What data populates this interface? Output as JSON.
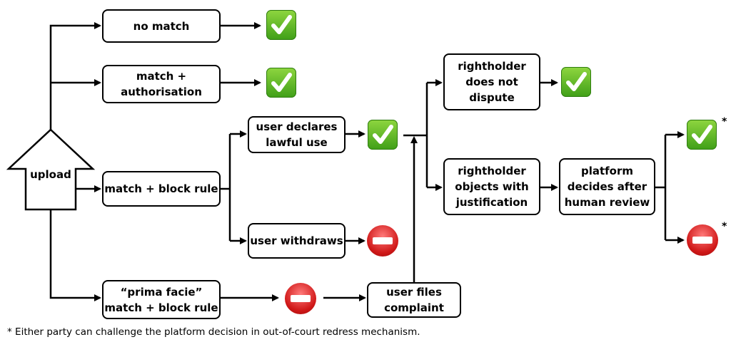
{
  "nodes": {
    "upload": "upload",
    "no_match": "no match",
    "match_authorisation": "match +\nauthorisation",
    "match_block_rule": "match + block rule",
    "prima_facie": "“prima facie”\nmatch + block rule",
    "user_declares": "user declares\nlawful use",
    "user_withdraws": "user withdraws",
    "user_files_complaint": "user files\ncomplaint",
    "rightholder_not_dispute": "rightholder\ndoes not\ndispute",
    "rightholder_objects": "rightholder\nobjects with\njustification",
    "platform_decides": "platform\ndecides after\nhuman review"
  },
  "outcome_icons": [
    "check-icon",
    "no-entry-icon"
  ],
  "asterisk": "*",
  "footnote": "* Either party can challenge the platform decision in out-of-court redress mechanism.",
  "colors": {
    "check_green": "#4caf1f",
    "no_entry_red": "#d01818",
    "stroke": "#000000"
  }
}
